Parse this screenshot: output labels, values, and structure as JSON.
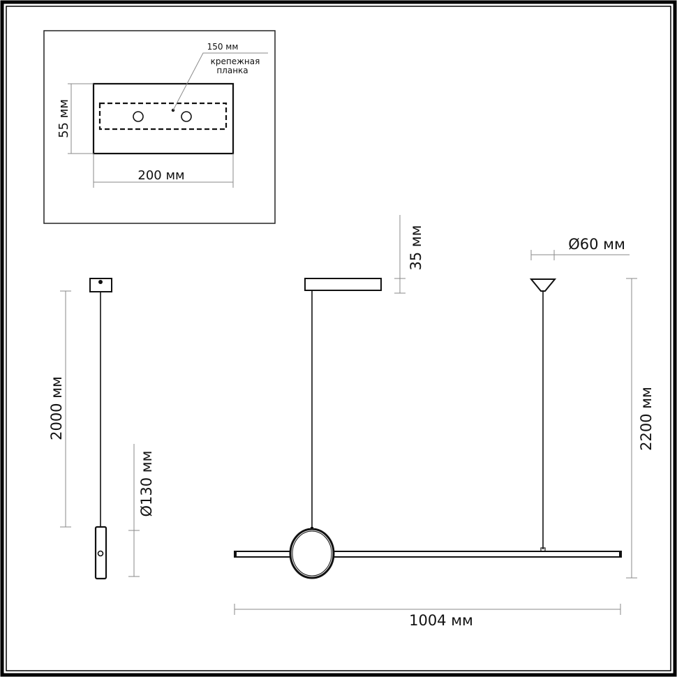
{
  "drawing": {
    "mount_detail": {
      "plate_label_width": "150 мм",
      "plate_label_line1": "крепежная",
      "plate_label_line2": "планка",
      "height_label": "55 мм",
      "width_label": "200 мм"
    },
    "side_view": {
      "height_label": "2000 мм",
      "diameter_label": "Ø130 мм"
    },
    "front_view": {
      "canopy_height_label": "35 мм",
      "canopy_diameter_label": "Ø60 мм",
      "total_height_label": "2200 мм",
      "length_label": "1004 мм"
    }
  },
  "colors": {
    "line": "#111111",
    "dimension": "#8a8a8a",
    "background": "#ffffff"
  }
}
